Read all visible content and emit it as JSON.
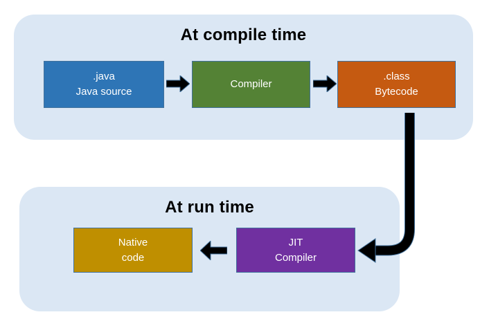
{
  "compile_section": {
    "title": "At compile time",
    "container_fill": "#dbe7f4",
    "boxes": [
      {
        "lines": [
          ".java",
          "Java source"
        ],
        "fill": "#2E75B6"
      },
      {
        "lines": [
          "Compiler"
        ],
        "fill": "#548235"
      },
      {
        "lines": [
          ".class",
          "Bytecode"
        ],
        "fill": "#C55A11"
      }
    ]
  },
  "runtime_section": {
    "title": "At run time",
    "container_fill": "#dbe7f4",
    "boxes": [
      {
        "lines": [
          "Native",
          "code"
        ],
        "fill": "#BF8F00"
      },
      {
        "lines": [
          "JIT",
          "Compiler"
        ],
        "fill": "#7030A0"
      }
    ]
  },
  "arrows": {
    "color": "#000000",
    "outline": "#41719C"
  },
  "text_colors": {
    "title": "#000000",
    "box_label": "#ffffff"
  }
}
